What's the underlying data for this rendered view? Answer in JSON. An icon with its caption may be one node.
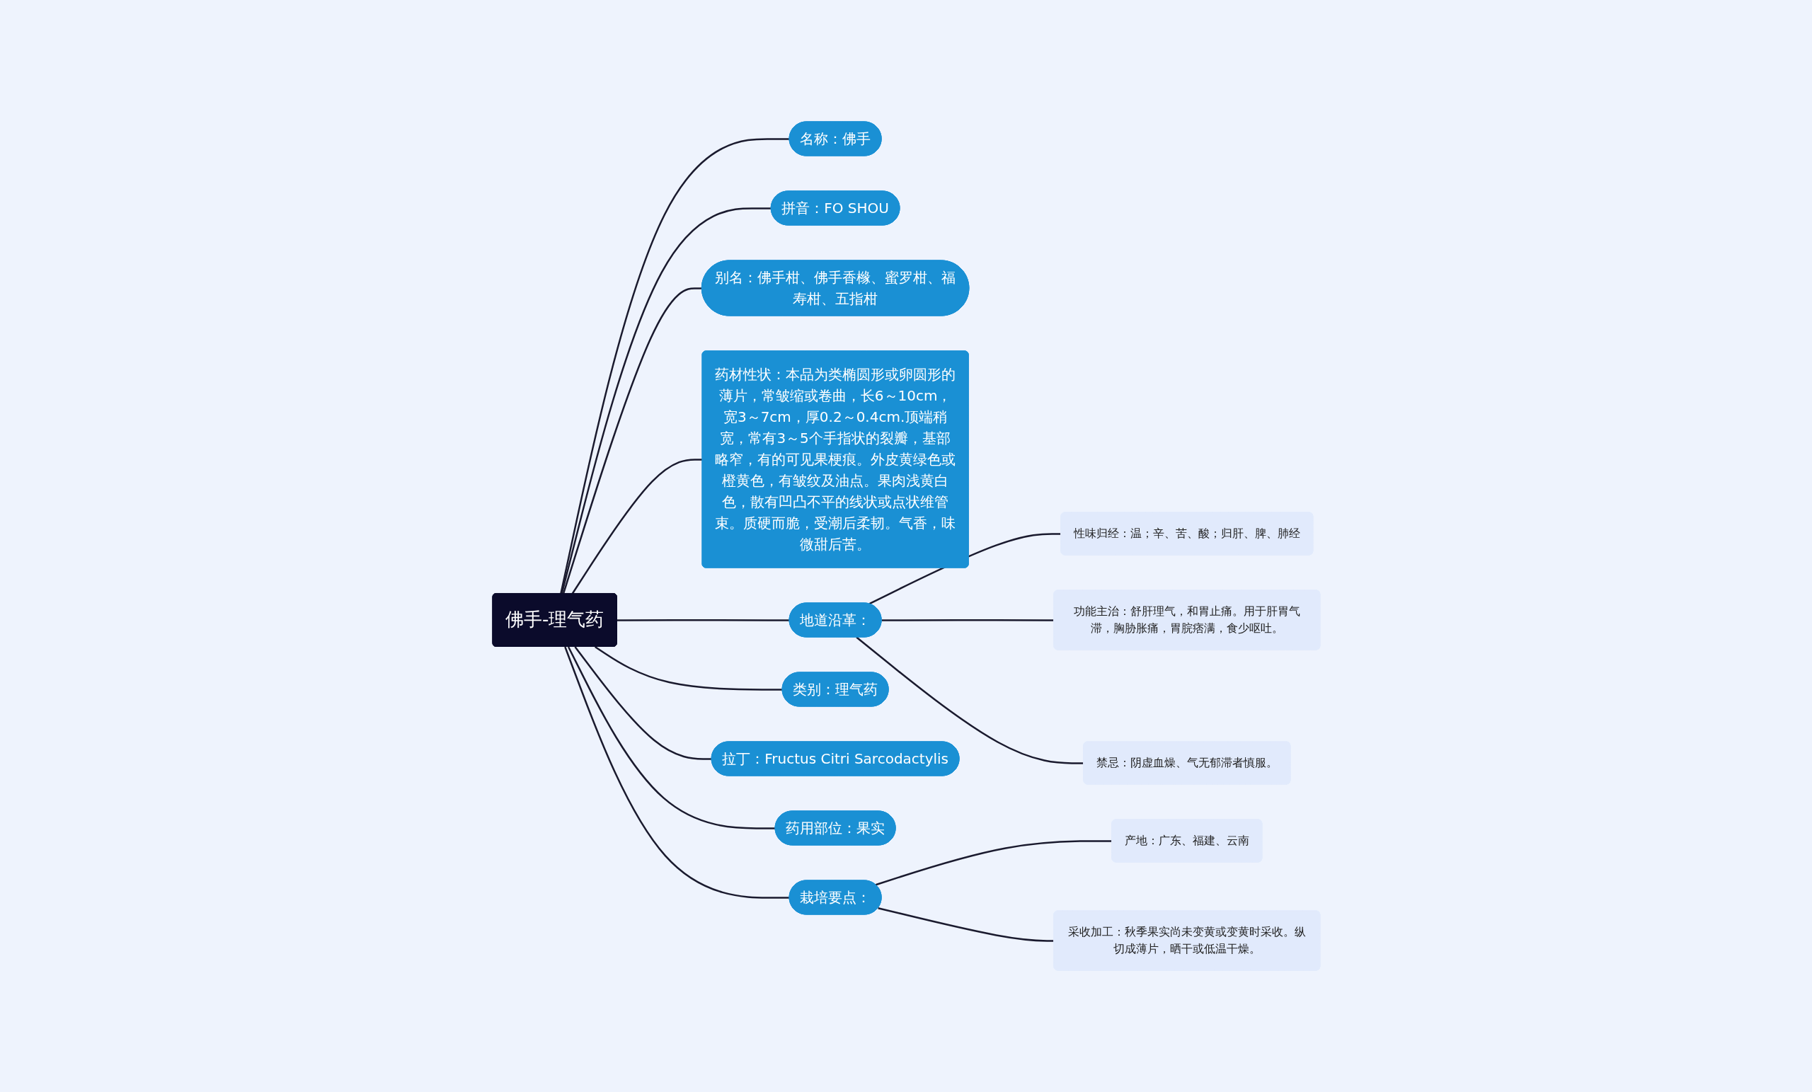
{
  "diagram": {
    "nodes": [
      {
        "text": [
          "佛手-理气药"
        ]
      },
      {
        "text": [
          "名称：佛手"
        ]
      },
      {
        "text": [
          "拼音：FO SHOU"
        ]
      },
      {
        "text": [
          "别名：佛手柑、佛手香橼、蜜罗柑、福寿柑、五指柑"
        ]
      },
      {
        "text": [
          "药材性状：本品为类椭圆形或卵圆形的薄片，常皱缩或卷曲，长6～10cm，宽3～7cm，厚0.2～0.4cm.顶端稍宽，常有3～5个手指状的裂瓣，基部略窄，有的可见果梗痕。外皮黄绿色或橙黄色，有皱纹及油点。果肉浅黄白色，散有凹凸不平的线状或点状维管束。质硬而脆，受潮后柔韧。气香，味微甜后苦。"
        ]
      },
      {
        "text": [
          "地道沿革："
        ]
      },
      {
        "text": [
          "性味归经：温；辛、苦、酸；归肝、脾、肺经"
        ]
      },
      {
        "text": [
          "功能主治：舒肝理气，和胃止痛。用于肝胃气滞，胸胁胀痛，胃脘痞满，食少呕吐。"
        ]
      },
      {
        "text": [
          "禁忌：阴虚血燥、气无郁滞者慎服。"
        ]
      },
      {
        "text": [
          "类别：理气药"
        ]
      },
      {
        "text": [
          "拉丁：Fructus Citri Sarcodactylis"
        ]
      },
      {
        "text": [
          "药用部位：果实"
        ]
      },
      {
        "text": [
          "栽培要点："
        ]
      },
      {
        "text": [
          "产地：广东、福建、云南"
        ]
      },
      {
        "text": [
          "采收加工：秋季果实尚未变黄或变黄时采收。纵切成薄片，晒干或低温干燥。"
        ]
      }
    ],
    "edges": [
      {
        "from": 0,
        "to": 1,
        "arrow": "none"
      },
      {
        "from": 0,
        "to": 2,
        "arrow": "none"
      },
      {
        "from": 0,
        "to": 3,
        "arrow": "none"
      },
      {
        "from": 0,
        "to": 4,
        "arrow": "none"
      },
      {
        "from": 0,
        "to": 5,
        "arrow": "none"
      },
      {
        "from": 5,
        "to": 6,
        "arrow": "none"
      },
      {
        "from": 5,
        "to": 7,
        "arrow": "none"
      },
      {
        "from": 5,
        "to": 8,
        "arrow": "none"
      },
      {
        "from": 0,
        "to": 9,
        "arrow": "none"
      },
      {
        "from": 0,
        "to": 10,
        "arrow": "none"
      },
      {
        "from": 0,
        "to": 11,
        "arrow": "none"
      },
      {
        "from": 0,
        "to": 12,
        "arrow": "none"
      },
      {
        "from": 12,
        "to": 13,
        "arrow": "none"
      },
      {
        "from": 12,
        "to": 14,
        "arrow": "none"
      }
    ]
  }
}
